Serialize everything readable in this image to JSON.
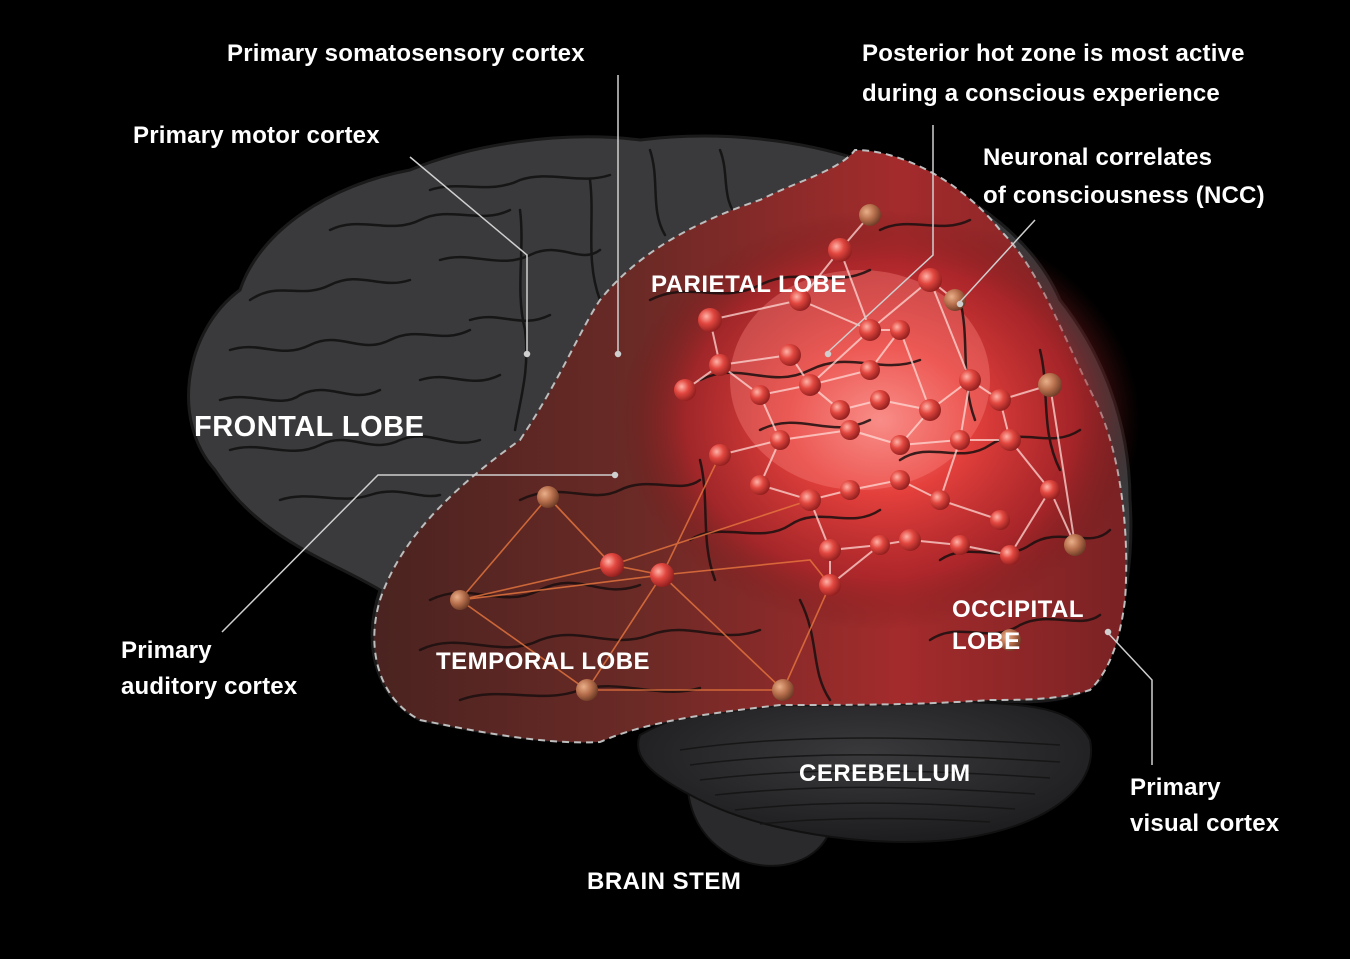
{
  "colors": {
    "background": "#000000",
    "brain_gray": "#3a3a3c",
    "hot_zone_red": "#d8343a",
    "node": "#e2584f",
    "label_text": "#ffffff",
    "leader_line": "#cfcfcf"
  },
  "annotations": {
    "somatosensory": "Primary somatosensory cortex",
    "motor": "Primary motor cortex",
    "hot_zone_line1": "Posterior hot zone is most active",
    "hot_zone_line2": "during a conscious experience",
    "ncc_line1": "Neuronal correlates",
    "ncc_line2": "of consciousness (NCC)",
    "auditory_line1": "Primary",
    "auditory_line2": "auditory cortex",
    "visual_line1": "Primary",
    "visual_line2": "visual cortex"
  },
  "lobes": {
    "frontal": "FRONTAL LOBE",
    "parietal": "PARIETAL LOBE",
    "temporal": "TEMPORAL LOBE",
    "occipital_line1": "OCCIPITAL",
    "occipital_line2": "LOBE",
    "cerebellum": "CEREBELLUM",
    "brain_stem": "BRAIN STEM"
  }
}
